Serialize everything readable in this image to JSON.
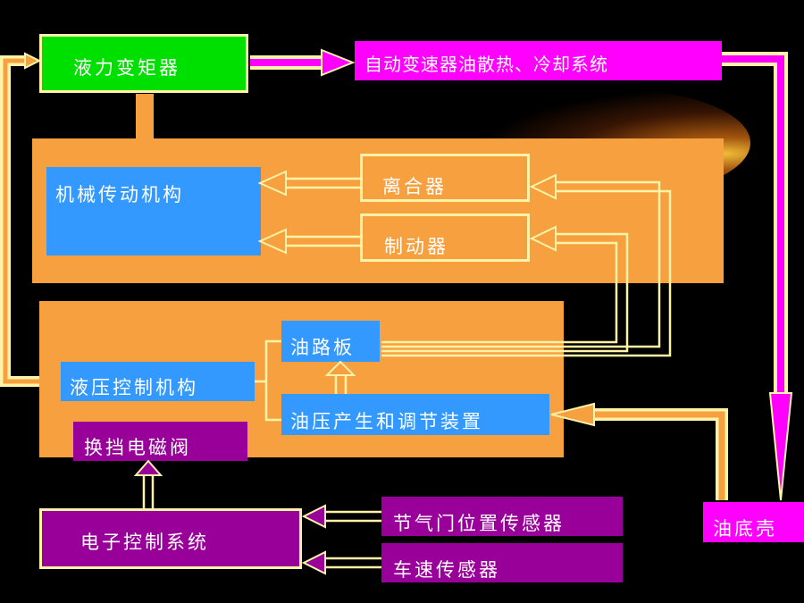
{
  "boxes": {
    "torque_converter": "液力变矩器",
    "cooling_system": "自动变速器油散热、冷却系统",
    "mech_transmission": "机械传动机构",
    "clutch": "离合器",
    "brake": "制动器",
    "oil_circuit_board": "油路板",
    "hydraulic_control": "液压控制机构",
    "pressure_generation": "油压产生和调节装置",
    "shift_solenoid": "换挡电磁阀",
    "electronic_control": "电子控制系统",
    "throttle_sensor": "节气门位置传感器",
    "speed_sensor": "车速传感器",
    "oil_pan": "油底壳"
  },
  "colors": {
    "background": "#000000",
    "green": "#00e000",
    "magenta": "#ff00ff",
    "orange": "#f7a040",
    "blue": "#3399ff",
    "purple": "#990099",
    "arrow_outline": "#fff3a8"
  }
}
